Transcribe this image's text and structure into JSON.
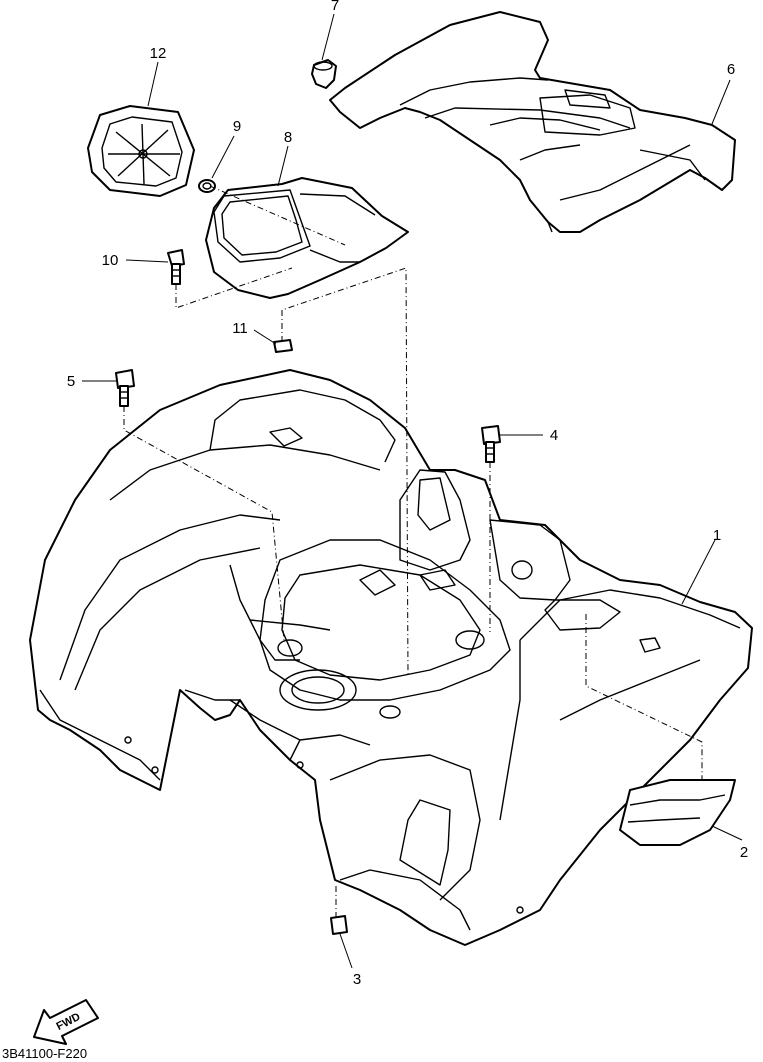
{
  "diagram": {
    "drawing_code": "3B41100-F220",
    "direction_label": "FWD",
    "callouts": [
      "1",
      "2",
      "3",
      "4",
      "5",
      "6",
      "7",
      "8",
      "9",
      "10",
      "11",
      "12"
    ]
  }
}
